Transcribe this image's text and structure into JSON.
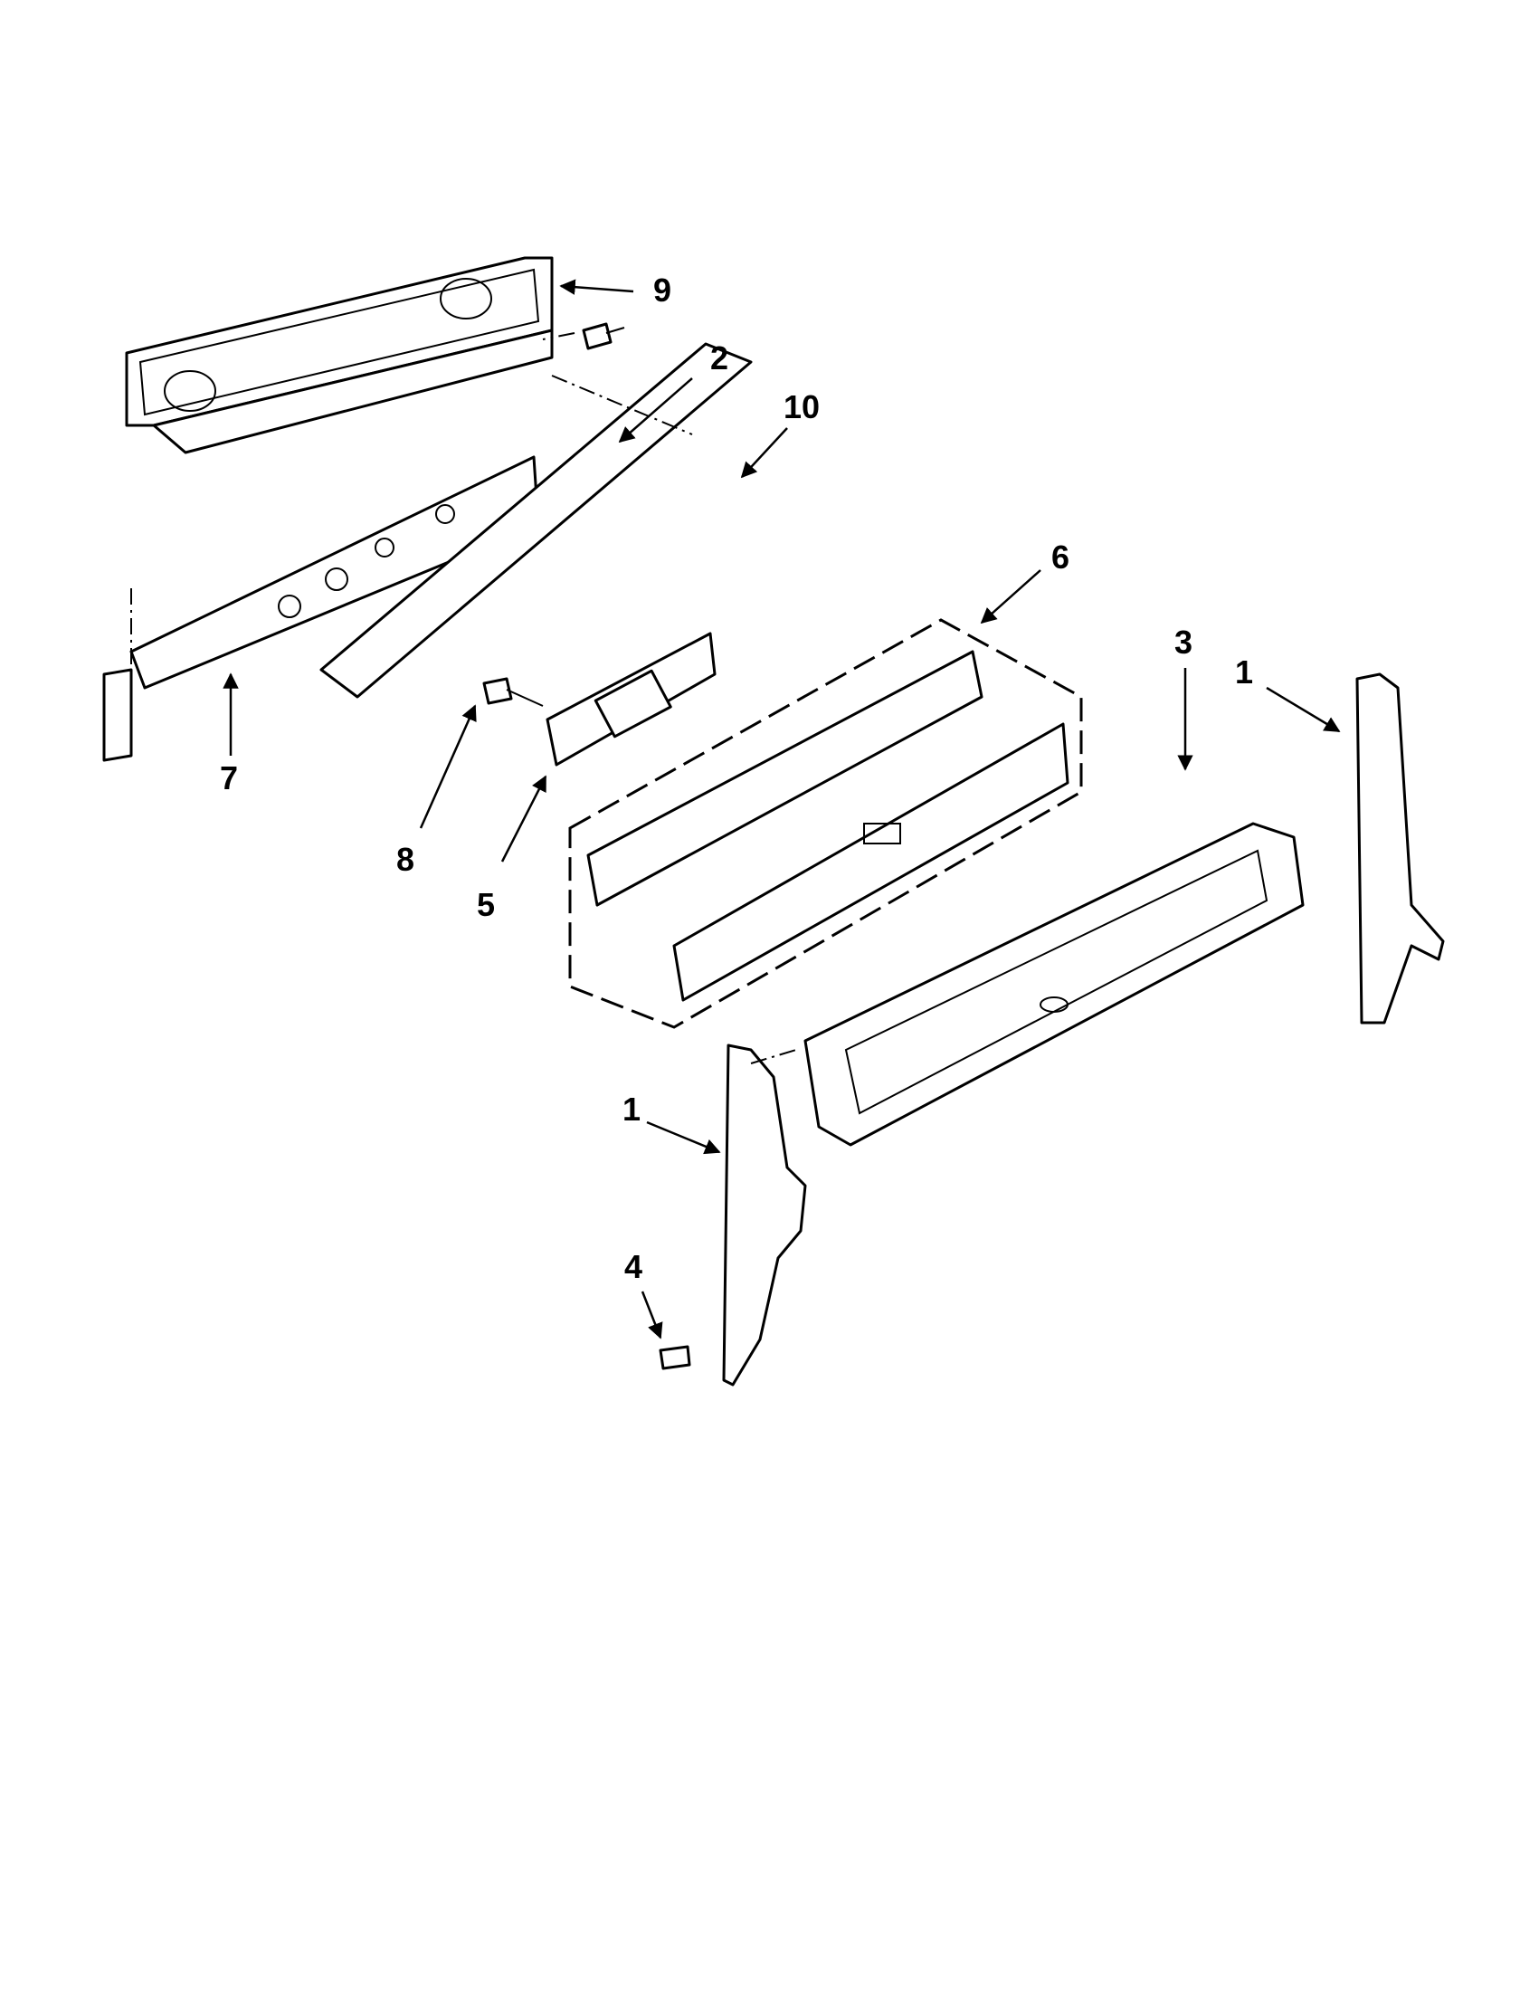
{
  "diagram": {
    "callouts": {
      "c1a": "1",
      "c1b": "1",
      "c2": "2",
      "c3": "3",
      "c4": "4",
      "c5": "5",
      "c6": "6",
      "c7": "7",
      "c8": "8",
      "c9": "9",
      "c10": "10"
    }
  }
}
